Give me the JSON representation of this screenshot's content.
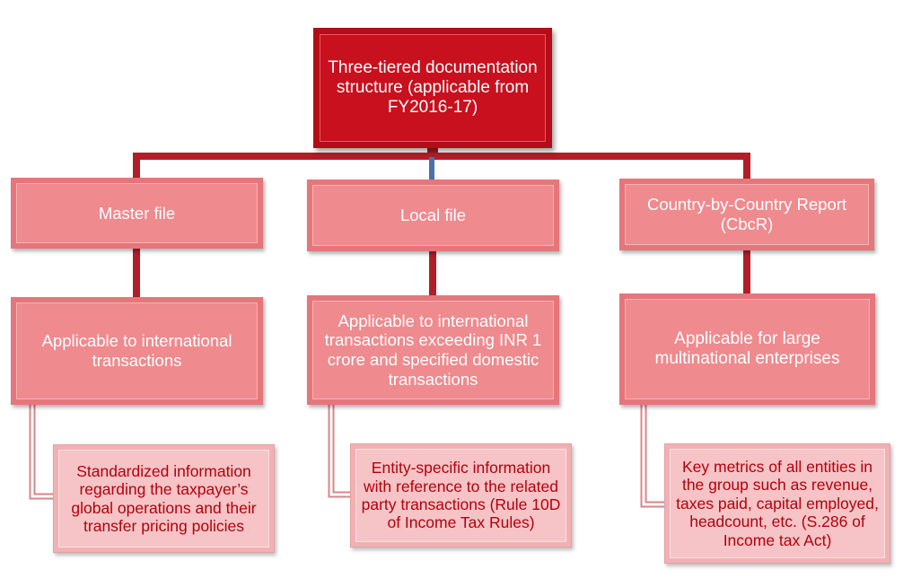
{
  "root": {
    "label": "Three-tiered documentation structure (applicable from FY2016-17)"
  },
  "files": [
    {
      "title": "Master file",
      "applicability": "Applicable to international transactions",
      "details": "Standardized information regarding the taxpayer’s global operations and their transfer pricing policies"
    },
    {
      "title": "Local file",
      "applicability": "Applicable to international transactions exceeding INR 1 crore and specified domestic transactions",
      "details": "Entity-specific information with reference to the related party transactions (Rule 10D of Income Tax Rules)"
    },
    {
      "title": "Country-by-Country Report (CbcR)",
      "applicability": "Applicable for large multinational enterprises",
      "details": "Key metrics of all entities in the group such as revenue, taxes paid, capital employed, headcount, etc. (S.286 of Income tax Act)"
    }
  ],
  "colors": {
    "root_fill": "#c8101e",
    "tier_fill": "#ef8a8e",
    "leaf_fill": "#f6c4c6",
    "leaf_text": "#b5000c",
    "connector": "#b01e28",
    "center_connector": "#4a72a8"
  }
}
